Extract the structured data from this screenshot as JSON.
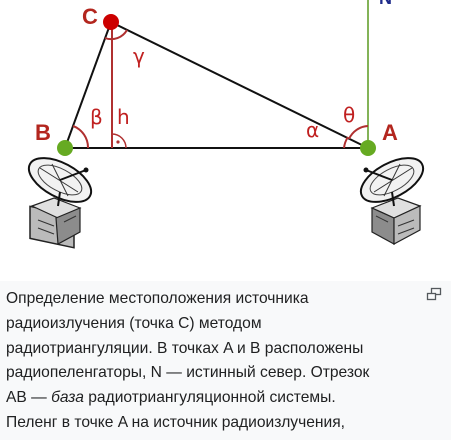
{
  "diagram": {
    "labels": {
      "point_c": "C",
      "point_b": "B",
      "point_a": "A",
      "north": "N",
      "gamma": "γ",
      "beta": "β",
      "h": "h",
      "alpha": "α",
      "theta": "θ"
    },
    "colors": {
      "point_labels": "#b3261e",
      "angle_labels": "#c02020",
      "point_c_fill": "#cc0000",
      "station_fill": "#66aa22",
      "north_line": "#5a9a20",
      "north_label": "#1e2a8a",
      "lines": "#111111"
    },
    "icons": [
      "radar-dish-left-icon",
      "radar-dish-right-icon"
    ]
  },
  "caption": {
    "line1": "Определение местоположения источника",
    "line2": "радиоизлучения (точка С) методом",
    "line3": "радиотриангуляции. В точках A и B расположены",
    "line4": "радиопеленгаторы, N — истинный север. Отрезок",
    "line5_pre": "AB — ",
    "line5_em": "база",
    "line5_post": " радиотриангуляционной системы.",
    "line6": "Пеленг в точке A на источник радиоизлучения,"
  },
  "enlarge_icon": "enlarge-icon"
}
